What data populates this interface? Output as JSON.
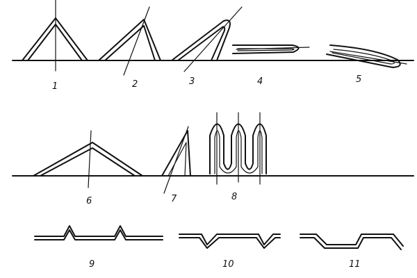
{
  "figure": {
    "labels": [
      "1",
      "2",
      "3",
      "4",
      "5",
      "6",
      "7",
      "8",
      "9",
      "10",
      "11"
    ],
    "colors": {
      "ink": "#111111",
      "paper": "#ffffff"
    }
  }
}
